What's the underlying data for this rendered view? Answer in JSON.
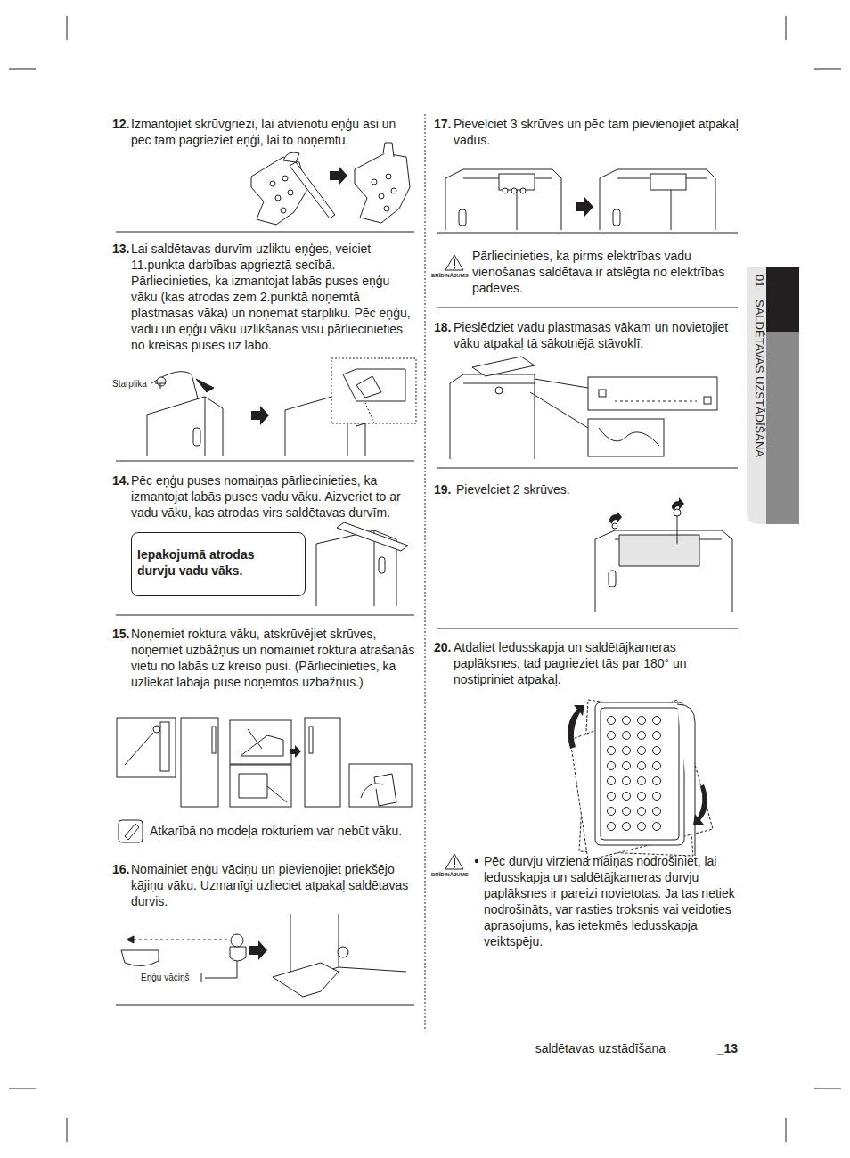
{
  "diagram": {
    "nodes": [
      {
        "text": [
          "Iepakojumā atrodas durvju vadu vāks."
        ]
      },
      {
        "text": [
          "01",
          "SALDĒTAVAS UZSTĀDĪŠANA"
        ]
      }
    ],
    "labels": [
      "12.",
      "Izmantojiet skrūvgriezi, lai atvienotu eņģu asi un pēc tam pagrieziet eņģi, lai to noņemtu.",
      "13.",
      "Lai saldētavas durvīm uzliktu eņģes, veiciet 11.punkta darbības apgrieztā secībā. Pārliecinieties, ka izmantojat labās puses eņģu vāku (kas atrodas zem 2.punktā noņemtā plastmasas vāka) un noņemat starpliku. Pēc eņģu, vadu un eņģu vāku uzlikšanas visu pārliecinieties no kreisās puses uz labo.",
      "Starplika",
      "14.",
      "Pēc eņģu puses nomaiņas pārliecinieties, ka izmantojat labās puses vadu vāku. Aizveriet to ar vadu vāku, kas atrodas virs saldētavas durvīm.",
      "15.",
      "Noņemiet roktura vāku, atskrūvējiet skrūves, noņemiet uzbāžņus un nomainiet roktura atrašanās vietu no labās uz kreiso pusi. (Pārliecinieties, ka uzliekat labajā pusē noņemtos uzbāžņus.)",
      "Atkarībā no modeļa rokturiem var nebūt vāku.",
      "16.",
      "Nomainiet eņģu vāciņu un pievienojiet priekšējo kājiņu vāku. Uzmanīgi uzlieciet atpakaļ saldētavas durvis.",
      "Eņģu vāciņš",
      "17.",
      "Pievelciet 3 skrūves un pēc tam pievienojiet atpakaļ vadus.",
      "BRĪDINĀJUMS",
      "Pārliecinieties, ka pirms elektrības vadu vienošanas saldētava ir atslēgta no elektrības padeves.",
      "18.",
      "Pieslēdziet vadu plastmasas vākam un novietojiet vāku atpakaļ tā sākotnējā stāvoklī.",
      "19.",
      "Pievelciet 2 skrūves.",
      "20.",
      "Atdaliet ledusskapja un saldētājkameras paplāksnes, tad pagrieziet tās par 180° un nostipriniet atpakaļ.",
      "BRĪDINĀJUMS",
      "Pēc durvju virziena maiņas nodrošiniet, lai ledusskapja un saldētājkameras durvju paplāksnes ir pareizi novietotas. Ja tas netiek nodrošināts, var rasties troksnis vai veidoties aprasojums, kas ietekmēs ledusskapja veiktspēju.",
      "saldētavas uzstādīšana",
      "_13"
    ]
  }
}
